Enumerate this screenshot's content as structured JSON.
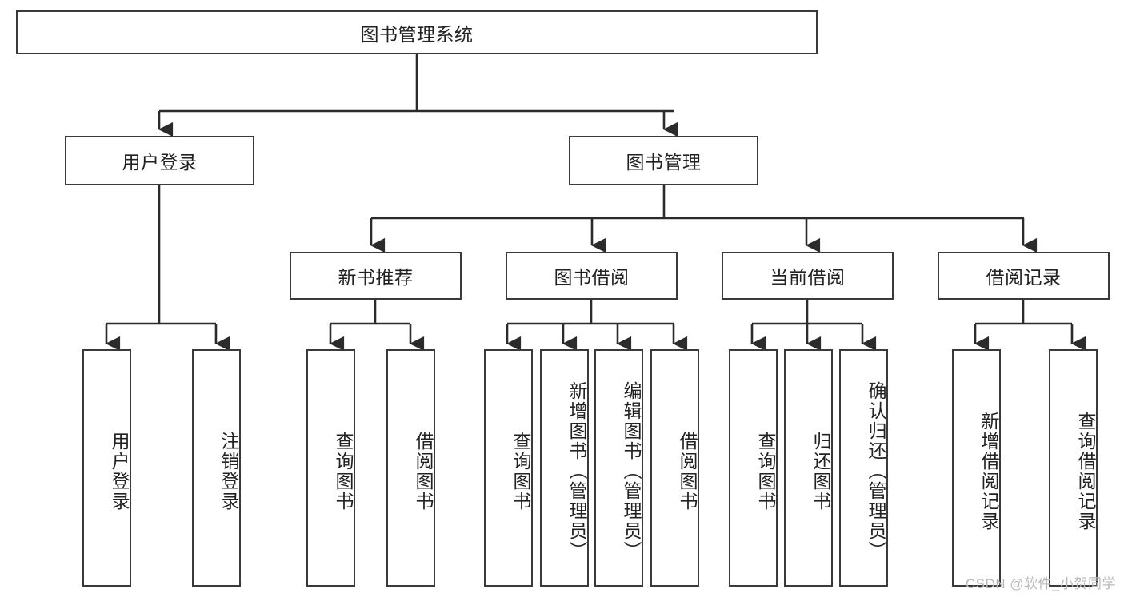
{
  "diagram": {
    "type": "tree-hierarchy-flowchart",
    "title_node": {
      "label": "图书管理系统",
      "level": 0
    },
    "level1": [
      {
        "id": "user-login",
        "label": "用户登录"
      },
      {
        "id": "book-management",
        "label": "图书管理"
      }
    ],
    "level2": [
      {
        "id": "new-book-recommend",
        "label": "新书推荐",
        "parent": "book-management"
      },
      {
        "id": "book-borrow",
        "label": "图书借阅",
        "parent": "book-management"
      },
      {
        "id": "current-borrow",
        "label": "当前借阅",
        "parent": "book-management"
      },
      {
        "id": "borrow-record",
        "label": "借阅记录",
        "parent": "book-management"
      }
    ],
    "leaves": [
      {
        "id": "leaf-user-login",
        "label": "用户登录",
        "parent": "user-login"
      },
      {
        "id": "leaf-logout-login",
        "label": "注销登录",
        "parent": "user-login"
      },
      {
        "id": "leaf-query-book-1",
        "label": "查询图书",
        "parent": "new-book-recommend"
      },
      {
        "id": "leaf-borrow-book-1",
        "label": "借阅图书",
        "parent": "new-book-recommend"
      },
      {
        "id": "leaf-query-book-2",
        "label": "查询图书",
        "parent": "book-borrow"
      },
      {
        "id": "leaf-add-book",
        "label": "新增图书（管理员）",
        "parent": "book-borrow"
      },
      {
        "id": "leaf-edit-book",
        "label": "编辑图书（管理员）",
        "parent": "book-borrow"
      },
      {
        "id": "leaf-borrow-book-2",
        "label": "借阅图书",
        "parent": "book-borrow"
      },
      {
        "id": "leaf-query-book-3",
        "label": "查询图书",
        "parent": "current-borrow"
      },
      {
        "id": "leaf-return-book",
        "label": "归还图书",
        "parent": "current-borrow"
      },
      {
        "id": "leaf-confirm-return",
        "label": "确认归还（管理员）",
        "parent": "current-borrow"
      },
      {
        "id": "leaf-add-record",
        "label": "新增借阅记录",
        "parent": "borrow-record"
      },
      {
        "id": "leaf-query-record",
        "label": "查询借阅记录",
        "parent": "borrow-record"
      }
    ],
    "colors": {
      "box_border": "#3a3a3a",
      "box_fill": "#ffffff",
      "connector": "#2b2b2b",
      "text": "#222222",
      "watermark": "#b9b9b9",
      "background": "#ffffff"
    }
  },
  "watermark": {
    "text": "CSDN @软件_小贺同学"
  }
}
